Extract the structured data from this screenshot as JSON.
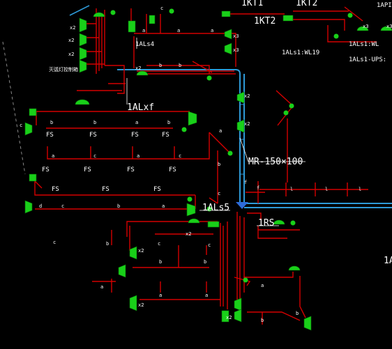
{
  "colors": {
    "background": "#000000",
    "wire": "#d40000",
    "cable_tray": "#2e9ad8",
    "fixture": "#19d019",
    "text": "#ffffff"
  },
  "labels": {
    "panel_1kt1": "1KT1",
    "panel_1kt2": "1KT2",
    "panel_1kt2_top": "1KT2",
    "panel_1api": "1API",
    "panel_1als4": "1ALs4",
    "panel_1alxf": "1ALxf",
    "panel_1als5": "1ALs5",
    "panel_1rs": "1RS",
    "circuit_wl19": "1ALs1:WL19",
    "circuit_wl_right": "1ALs1:WL",
    "circuit_ups": "1ALs1-UPS:",
    "cable_tray": "MR-150×100",
    "edge_1a": "1A",
    "note_chinese": "灭弧灯控制箱"
  },
  "fs_labels": [
    "FS",
    "FS",
    "FS",
    "FS",
    "FS",
    "FS",
    "FS",
    "FS",
    "FS",
    "FS",
    "FS"
  ],
  "multiplier_labels": [
    "x2",
    "x2",
    "x2",
    "x2",
    "x2",
    "x2",
    "x3",
    "x3",
    "x3",
    "x3",
    "x2",
    "x2",
    "x2",
    "x2"
  ],
  "wire_letters": [
    "a",
    "b",
    "c",
    "d",
    "f",
    "l"
  ]
}
